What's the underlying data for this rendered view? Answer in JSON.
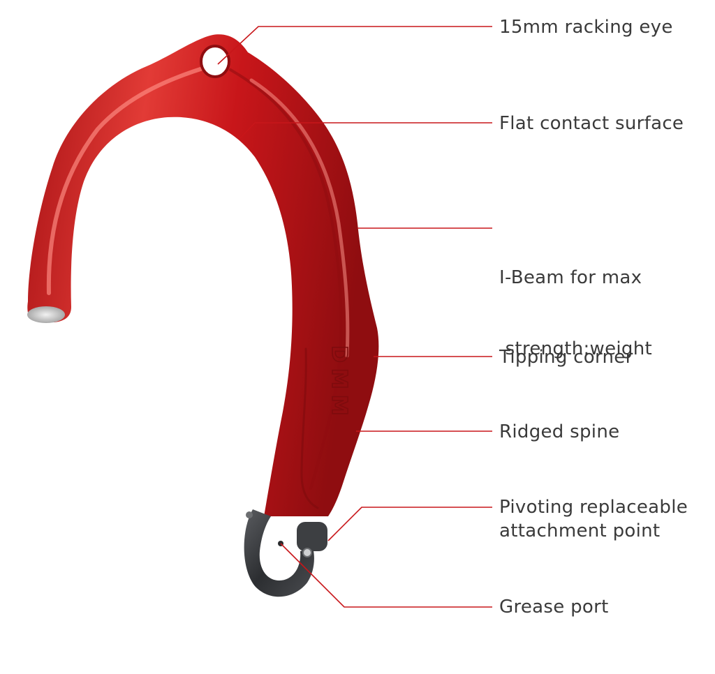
{
  "colors": {
    "tool_red": "#c8161a",
    "tool_red_dark": "#8f0d10",
    "tool_red_light": "#ef5a57",
    "leader_line": "#c8161a",
    "pivot_grey": "#3d3f42",
    "label_text": "#3a3a3a"
  },
  "labels": {
    "racking_eye": "15mm racking eye",
    "flat_contact": "Flat contact surface",
    "ibeam_line1": "I-Beam for max",
    "ibeam_line2": " strength:weight",
    "tipping_corner": "Tipping corner",
    "ridged_spine": "Ridged spine",
    "pivot_line1": "Pivoting replaceable",
    "pivot_line2": "attachment point",
    "grease_port": "Grease port"
  },
  "brand_mark": "DMM"
}
